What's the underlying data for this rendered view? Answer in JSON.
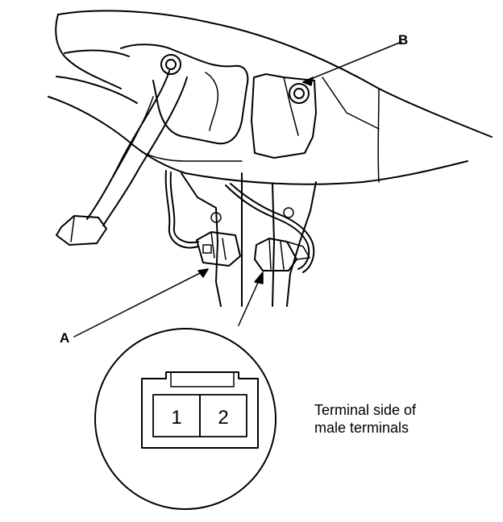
{
  "callouts": {
    "a": "A",
    "b": "B"
  },
  "detail": {
    "pin_1": "1",
    "pin_2": "2",
    "caption_line_1": "Terminal side of",
    "caption_line_2": "male terminals"
  },
  "colors": {
    "ink": "#000000",
    "background": "#ffffff"
  }
}
